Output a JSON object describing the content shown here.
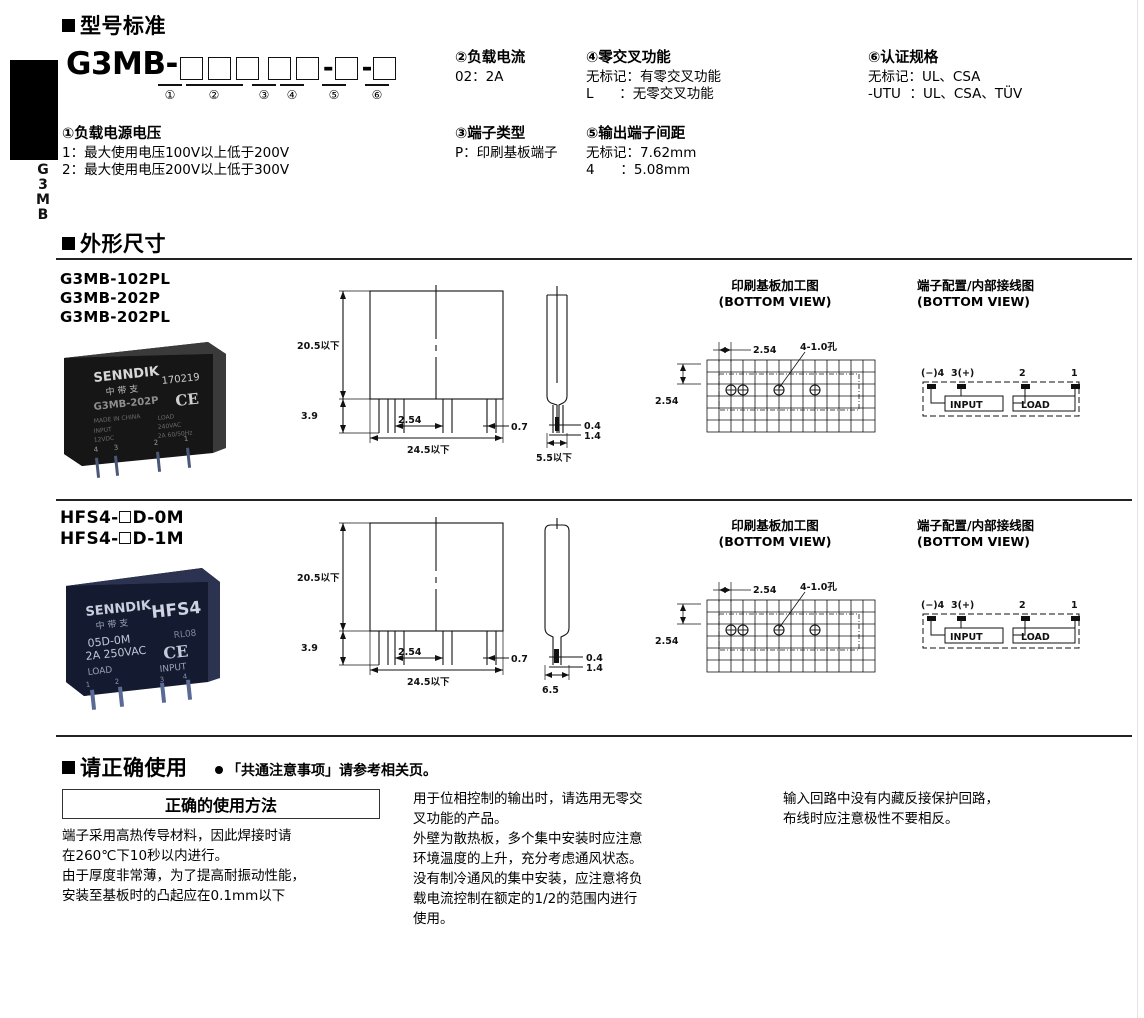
{
  "page": {
    "side_tab": [
      "G",
      "3",
      "M",
      "B"
    ]
  },
  "sections": {
    "model_standard": {
      "title": "型号标准",
      "model": {
        "prefix": "G3MB-",
        "boxes": 5,
        "dash1": "-",
        "box6": 1,
        "dash2": "-",
        "box7": 1,
        "callouts": [
          "①",
          "②",
          "③",
          "④",
          "⑤",
          "⑥"
        ]
      },
      "specs": [
        {
          "title": "①负载电源电压",
          "rows": [
            "1：最大使用电压100V以上低于200V",
            "2：最大使用电压200V以上低于300V"
          ]
        },
        {
          "title": "②负载电流",
          "rows": [
            "02：2A"
          ]
        },
        {
          "title": "③端子类型",
          "rows": [
            "P：印刷基板端子"
          ]
        },
        {
          "title": "④零交叉功能",
          "rows": [
            "无标记：有零交叉功能",
            "L      ：无零交叉功能"
          ]
        },
        {
          "title": "⑤输出端子间距",
          "rows": [
            "无标记：7.62mm",
            "4      ：5.08mm"
          ]
        },
        {
          "title": "⑥认证规格",
          "rows": [
            "无标记：UL、CSA",
            "-UTU  ：UL、CSA、TÜV"
          ]
        }
      ]
    },
    "dimensions": {
      "title": "外形尺寸",
      "groups": [
        {
          "models": [
            "G3MB-102PL",
            "G3MB-202P",
            "G3MB-202PL"
          ],
          "photo": {
            "brand": "SENNDIK",
            "brand_cn": "中 带 支",
            "date_code": "170219",
            "part": "G3MB-202P",
            "origin": "MADE IN CHINA",
            "input_label": "INPUT",
            "input_value": "12VDC",
            "load_label": "LOAD",
            "load_value1": "240VAC",
            "load_value2": "2A 60/50Hz",
            "ce": "CE",
            "pins": [
              "4",
              "3",
              "2",
              "1"
            ],
            "body_color": "#1a1a1a"
          },
          "front": {
            "height": "20.5以下",
            "lead_len": "3.9",
            "pitch": "2.54",
            "lead_w": "0.7",
            "width": "24.5以下"
          },
          "side": {
            "t1": "0.4",
            "t2": "1.4",
            "thickness": "5.5以下"
          },
          "pcb": {
            "title_cn": "印刷基板加工图",
            "title_en": "(BOTTOM VIEW)",
            "pitch_h": "2.54",
            "pitch_v": "2.54",
            "holes": "4-1.0孔"
          },
          "terminal": {
            "title_cn": "端子配置/内部接线图",
            "title_en": "(BOTTOM VIEW)",
            "pins": [
              "(−)4",
              "3(+)",
              "2",
              "1"
            ],
            "input": "INPUT",
            "load": "LOAD"
          }
        },
        {
          "models": [
            "HFS4-□D-0M",
            "HFS4-□D-1M"
          ],
          "photo": {
            "brand": "SENNDIK",
            "brand_cn": "中 带 支",
            "series": "HFS4",
            "code": "RL08",
            "part": "05D-0M",
            "rating": "2A 250VAC",
            "ce": "CE",
            "load_label": "LOAD",
            "input_label": "INPUT",
            "pins_left": [
              "1",
              "2"
            ],
            "pins_right": [
              "3",
              "4"
            ],
            "body_color": "#141a30"
          },
          "front": {
            "height": "20.5以下",
            "lead_len": "3.9",
            "pitch": "2.54",
            "lead_w": "0.7",
            "width": "24.5以下"
          },
          "side": {
            "t1": "0.4",
            "t2": "1.4",
            "thickness": "6.5"
          },
          "pcb": {
            "title_cn": "印刷基板加工图",
            "title_en": "(BOTTOM VIEW)",
            "pitch_h": "2.54",
            "pitch_v": "2.54",
            "holes": "4-1.0孔"
          },
          "terminal": {
            "title_cn": "端子配置/内部接线图",
            "title_en": "(BOTTOM VIEW)",
            "pins": [
              "(−)4",
              "3(+)",
              "2",
              "1"
            ],
            "input": "INPUT",
            "load": "LOAD"
          }
        }
      ]
    },
    "correct_use": {
      "title": "请正确使用",
      "note": "「共通注意事项」请参考相关页。",
      "box_title": "正确的使用方法",
      "col1": [
        "端子采用高热传导材料，因此焊接时请",
        "在260℃下10秒以内进行。",
        "由于厚度非常薄，为了提高耐振动性能，",
        "安装至基板时的凸起应在0.1mm以下"
      ],
      "col2": [
        "用于位相控制的输出时，请选用无零交",
        "叉功能的产品。",
        "外壁为散热板，多个集中安装时应注意",
        "环境温度的上升，充分考虑通风状态。",
        "没有制冷通风的集中安装，应注意将负",
        "载电流控制在额定的1/2的范围内进行",
        "使用。"
      ],
      "col3": [
        "输入回路中没有内藏反接保护回路，",
        "布线时应注意极性不要相反。"
      ]
    }
  }
}
